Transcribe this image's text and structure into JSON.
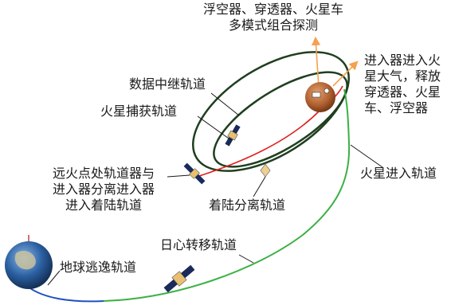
{
  "labels": {
    "top": [
      "浮空器、穿透器、火星车",
      "多模式组合探测"
    ],
    "entry": [
      "进入器进入火",
      "星大气，释放",
      "穿透器、火星",
      "车、浮空器"
    ],
    "relay": "数据中继轨道",
    "capture": "火星捕获轨道",
    "separation": [
      "远火点处轨道器与",
      "进入器分离进入器",
      "进入着陆轨道"
    ],
    "landing": "着陆分离轨道",
    "mars_entry": "火星进入轨道",
    "transfer": "日心转移轨道",
    "escape": "地球逃逸轨道"
  },
  "colors": {
    "orbit": "#1f3f1f",
    "transfer": "#3cb043",
    "escape": "#1f4fbf",
    "landing": "#e02020",
    "arrow": "#f5a050",
    "mars": "#b06030",
    "earth": "#2a5fa0"
  }
}
